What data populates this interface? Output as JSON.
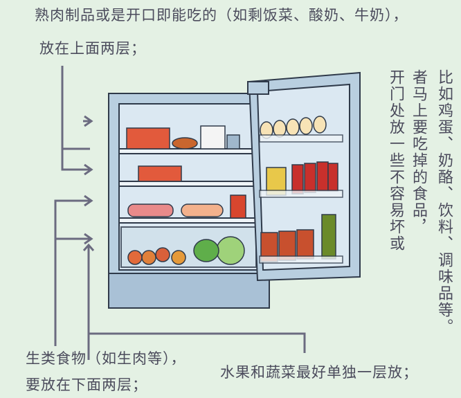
{
  "top_note": {
    "line1": "熟肉制品或是开口即能吃的（如剩饭菜、酸奶、牛奶），",
    "line2": "放在上面两层；"
  },
  "door_note": {
    "col1": "开门处放一些不容易坏或",
    "col2": "者马上要吃掉的食品，",
    "col3": "比如鸡蛋、奶酪、饮料、调味品等。"
  },
  "raw_note": {
    "line1": "生类食物（如生肉等），",
    "line2": "要放在下面两层；"
  },
  "produce_note": {
    "line1": "水果和蔬菜最好单独一层放；"
  },
  "colors": {
    "background": "#e4f1e4",
    "text": "#4b4b5c",
    "fridge": "#b9cfe0",
    "outline": "#2f3a4a",
    "arrow": "#6b6b80"
  }
}
